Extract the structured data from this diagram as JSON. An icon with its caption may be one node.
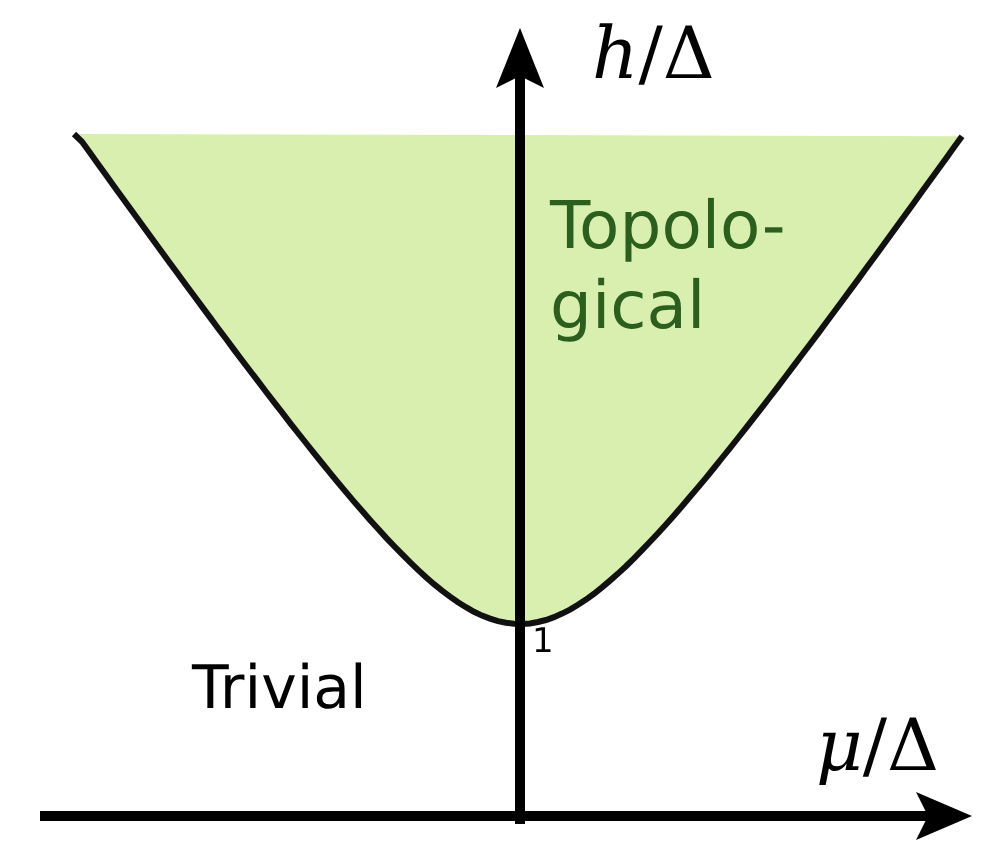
{
  "diagram": {
    "nodes": [
      {
        "text": [
          "Topolo- gical"
        ]
      }
    ],
    "labels": [
      "*h*/Δ",
      "Trivial",
      "1",
      "*μ*/Δ"
    ]
  }
}
